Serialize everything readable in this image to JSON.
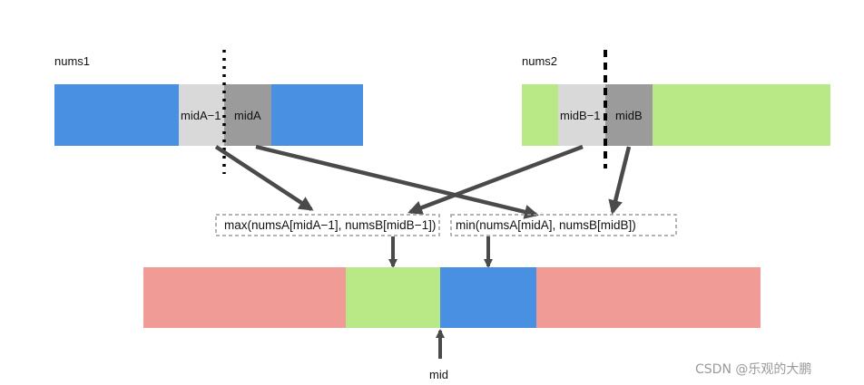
{
  "colors": {
    "nums1_fill": "#4a90e2",
    "nums2_fill": "#b8e986",
    "mid_minus_1_fill": "#d9d9d9",
    "mid_fill": "#9b9b9b",
    "merged_outer_fill": "#f09b96",
    "arrow": "#4a4a4a",
    "divider": "#000000",
    "box_border": "#9b9b9b",
    "watermark": "#9a9a9a"
  },
  "arrays": {
    "nums1": {
      "label": "nums1",
      "left_cell_label": "midA−1",
      "right_cell_label": "midA"
    },
    "nums2": {
      "label": "nums2",
      "left_cell_label": "midB−1",
      "right_cell_label": "midB"
    }
  },
  "expressions": {
    "max_expr": "max(numsA[midA−1], numsB[midB−1])",
    "min_expr": "min(numsA[midA], numsB[midB])"
  },
  "merged": {
    "mid_label": "mid"
  },
  "watermark": "CSDN @乐观的大鹏"
}
